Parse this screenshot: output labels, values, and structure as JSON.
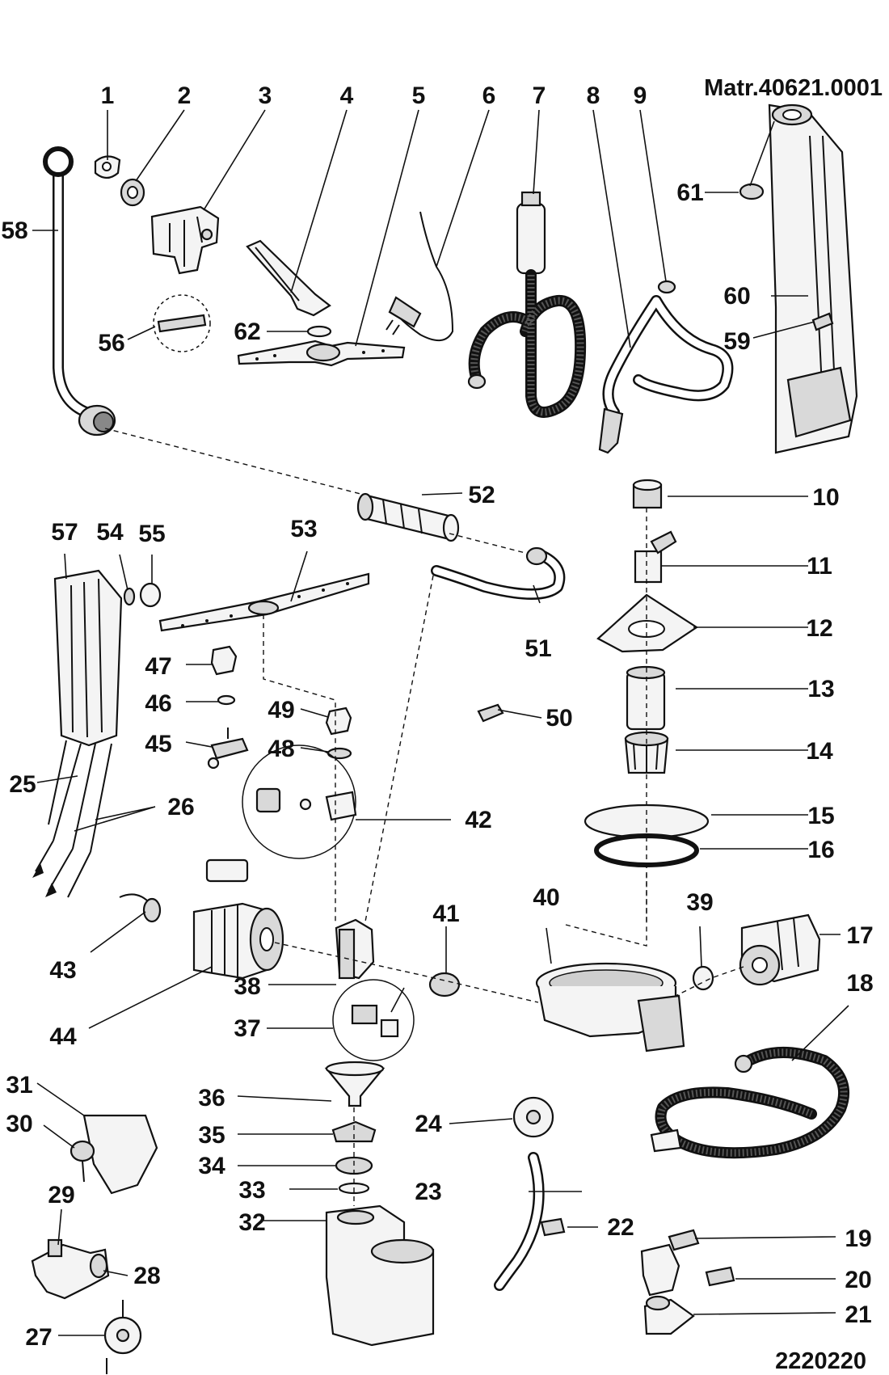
{
  "header": {
    "material_code": "Matr.40621.0001"
  },
  "footer": {
    "drawing_number": "2220220"
  },
  "callouts": [
    "1",
    "2",
    "3",
    "4",
    "5",
    "6",
    "7",
    "8",
    "9",
    "10",
    "11",
    "12",
    "13",
    "14",
    "15",
    "16",
    "17",
    "18",
    "19",
    "20",
    "21",
    "22",
    "23",
    "24",
    "25",
    "26",
    "27",
    "28",
    "29",
    "30",
    "31",
    "32",
    "33",
    "34",
    "35",
    "36",
    "37",
    "38",
    "39",
    "40",
    "41",
    "42",
    "43",
    "44",
    "45",
    "46",
    "47",
    "48",
    "49",
    "50",
    "51",
    "52",
    "53",
    "54",
    "55",
    "56",
    "57",
    "58",
    "59",
    "60",
    "61",
    "62"
  ],
  "colors": {
    "line": "#111111",
    "fill": "#f4f4f4",
    "shade": "#d9d9d9",
    "background": "#ffffff"
  }
}
